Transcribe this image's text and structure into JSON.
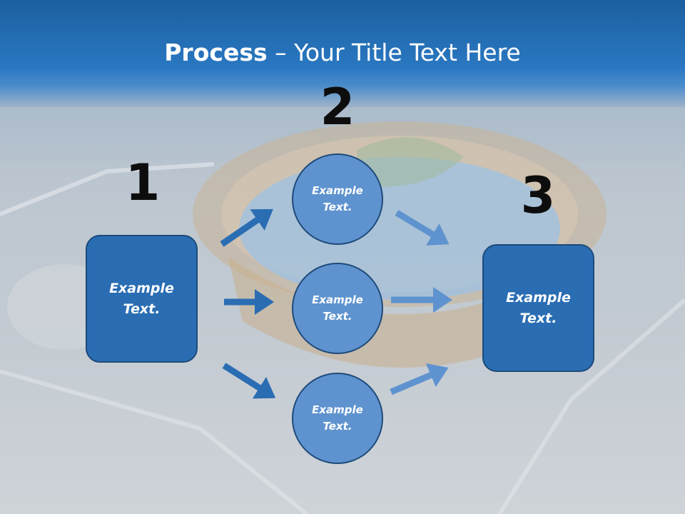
{
  "title": {
    "bold": "Process",
    "rest": " – Your Title Text Here"
  },
  "steps": [
    {
      "number": "1"
    },
    {
      "number": "2"
    },
    {
      "number": "3"
    }
  ],
  "nodes": {
    "start_box": "Example Text.",
    "circle_top": "Example Text.",
    "circle_middle": "Example Text.",
    "circle_bottom": "Example Text.",
    "end_box": "Example Text."
  },
  "colors": {
    "box_fill": "#2a6db3",
    "circle_fill": "#5f93cf",
    "arrow_dark": "#2a6db3",
    "arrow_light": "#5f93cf",
    "border": "#1d4a7a"
  }
}
